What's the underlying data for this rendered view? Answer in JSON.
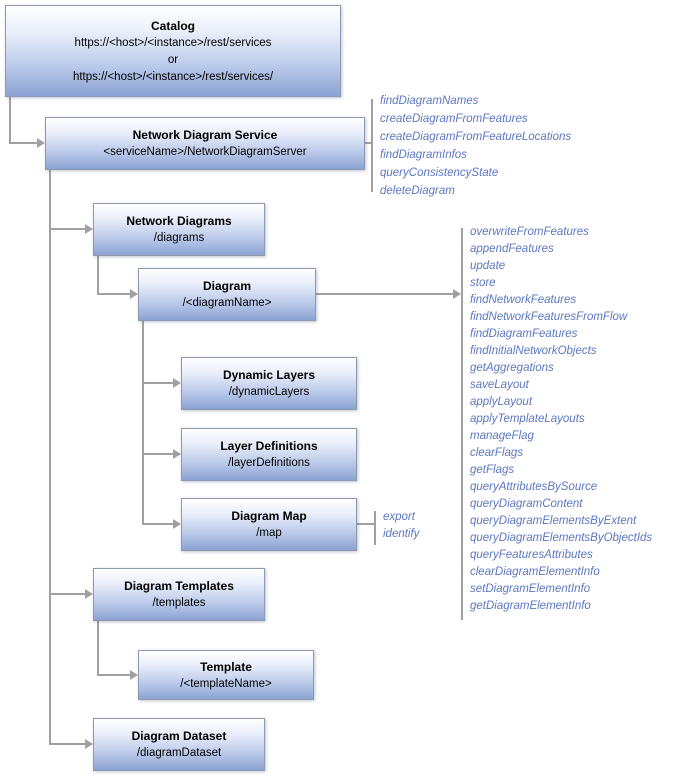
{
  "boxes": {
    "catalog": {
      "title": "Catalog",
      "url1": "https://<host>/<instance>/rest/services",
      "or_label": "or",
      "url2": "https://<host>/<instance>/rest/services/"
    },
    "service": {
      "title": "Network Diagram Service",
      "path": "<serviceName>/NetworkDiagramServer"
    },
    "network_diagrams": {
      "title": "Network Diagrams",
      "path": "/diagrams"
    },
    "diagram": {
      "title": "Diagram",
      "path": "/<diagramName>"
    },
    "dynamic_layers": {
      "title": "Dynamic Layers",
      "path": "/dynamicLayers"
    },
    "layer_definitions": {
      "title": "Layer Definitions",
      "path": "/layerDefinitions"
    },
    "diagram_map": {
      "title": "Diagram Map",
      "path": "/map"
    },
    "diagram_templates": {
      "title": "Diagram Templates",
      "path": "/templates"
    },
    "template": {
      "title": "Template",
      "path": "/<templateName>"
    },
    "diagram_dataset": {
      "title": "Diagram Dataset",
      "path": "/diagramDataset"
    }
  },
  "operations": {
    "service": [
      "findDiagramNames",
      "createDiagramFromFeatures",
      "createDiagramFromFeatureLocations",
      "findDiagramInfos",
      "queryConsistencyState",
      "deleteDiagram"
    ],
    "diagram": [
      "overwriteFromFeatures",
      "appendFeatures",
      "update",
      "store",
      "findNetworkFeatures",
      "findNetworkFeaturesFromFlow",
      "findDiagramFeatures",
      "findInitialNetworkObjects",
      "getAggregations",
      "saveLayout",
      "applyLayout",
      "applyTemplateLayouts",
      "manageFlag",
      "clearFlags",
      "getFlags",
      "queryAttributesBySource",
      "queryDiagramContent",
      "queryDiagramElementsByExtent",
      "queryDiagramElementsByObjectIds",
      "queryFeaturesAttributes",
      "clearDiagramElementInfo",
      "setDiagramElementInfo",
      "getDiagramElementInfo"
    ],
    "diagram_map": [
      "export",
      "identify"
    ]
  },
  "colors": {
    "box_gradient_top": "#ffffff",
    "box_gradient_bottom": "#8ba2d2",
    "box_border": "#8e99b0",
    "connector": "#a0a0a0",
    "operation_text": "#5c77c0",
    "box_text": "#000000",
    "background": "#ffffff"
  }
}
